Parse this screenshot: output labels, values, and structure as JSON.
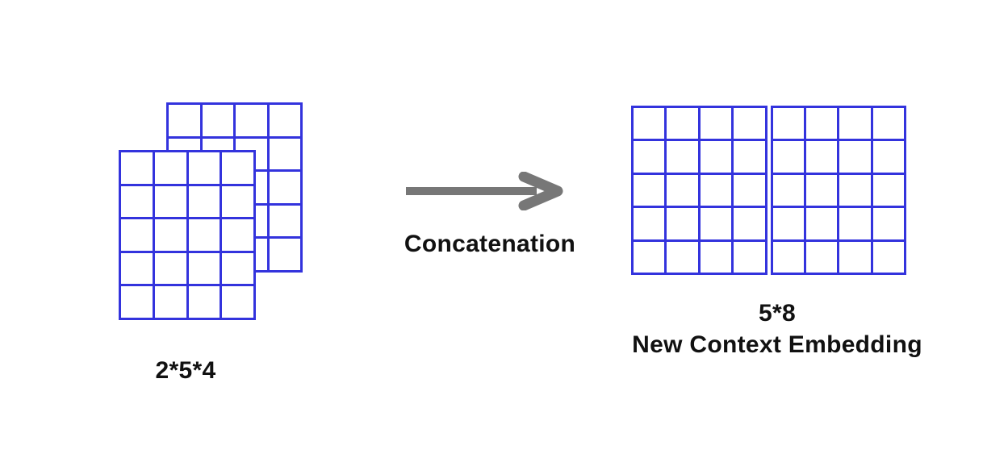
{
  "diagram": {
    "title_hint": "Concatenation of context embeddings",
    "colors": {
      "grid_line": "#3333dd",
      "cell_fill": "#ffffff",
      "arrow_color": "#777777",
      "text_color": "#111111",
      "background": "#ffffff"
    },
    "left_stack": {
      "label": "2*5*4",
      "back_grid": {
        "rows": 5,
        "cols": 4
      },
      "front_grid": {
        "rows": 5,
        "cols": 4
      }
    },
    "arrow": {
      "label": "Concatenation",
      "direction": "right"
    },
    "right_block": {
      "size_label": "5*8",
      "name_label": "New Context Embedding",
      "grid_left": {
        "rows": 5,
        "cols": 4
      },
      "grid_right": {
        "rows": 5,
        "cols": 4
      }
    }
  }
}
